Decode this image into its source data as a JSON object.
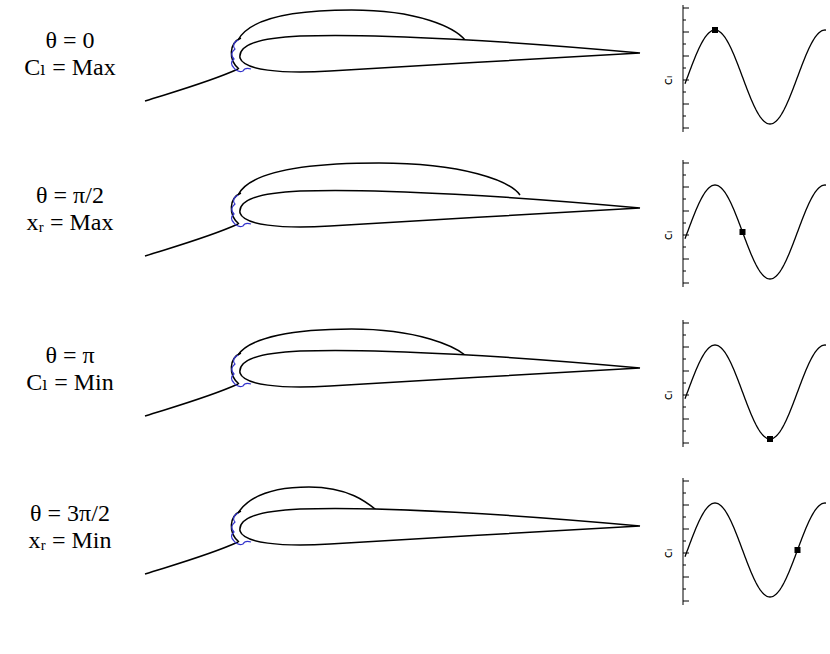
{
  "diagram": {
    "labels": [
      "θ = 0",
      "Cₗ = Max",
      "cₗ",
      "θ = π/2",
      "xᵣ = Max",
      "cₗ",
      "θ = π",
      "Cₗ = Min",
      "cₗ",
      "θ = 3π/2",
      "xᵣ = Min",
      "cₗ"
    ]
  }
}
